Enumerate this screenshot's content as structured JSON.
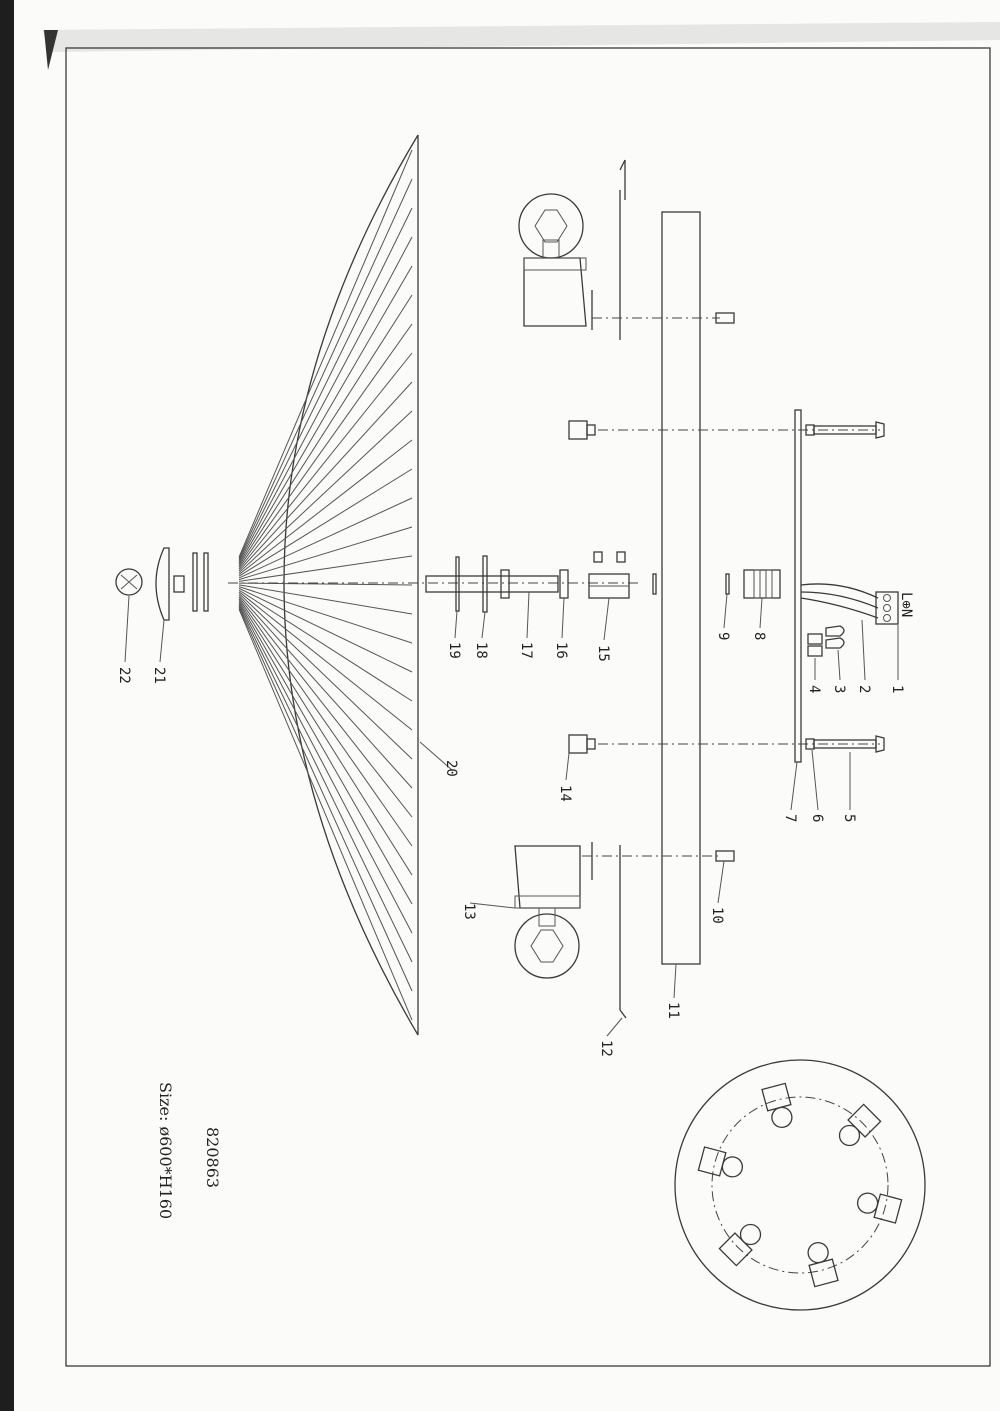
{
  "drawing": {
    "model_number": "820863",
    "size_text": "Size: ø600*H160",
    "terminal_label": "L⊕N",
    "part_numbers": [
      "1",
      "2",
      "3",
      "4",
      "5",
      "6",
      "7",
      "8",
      "9",
      "10",
      "11",
      "12",
      "13",
      "14",
      "15",
      "16",
      "17",
      "18",
      "19",
      "20",
      "21",
      "22"
    ]
  },
  "colors": {
    "ink": "#3a3a3a",
    "paper": "#fbfbfa",
    "scan_edge": "#222222"
  }
}
